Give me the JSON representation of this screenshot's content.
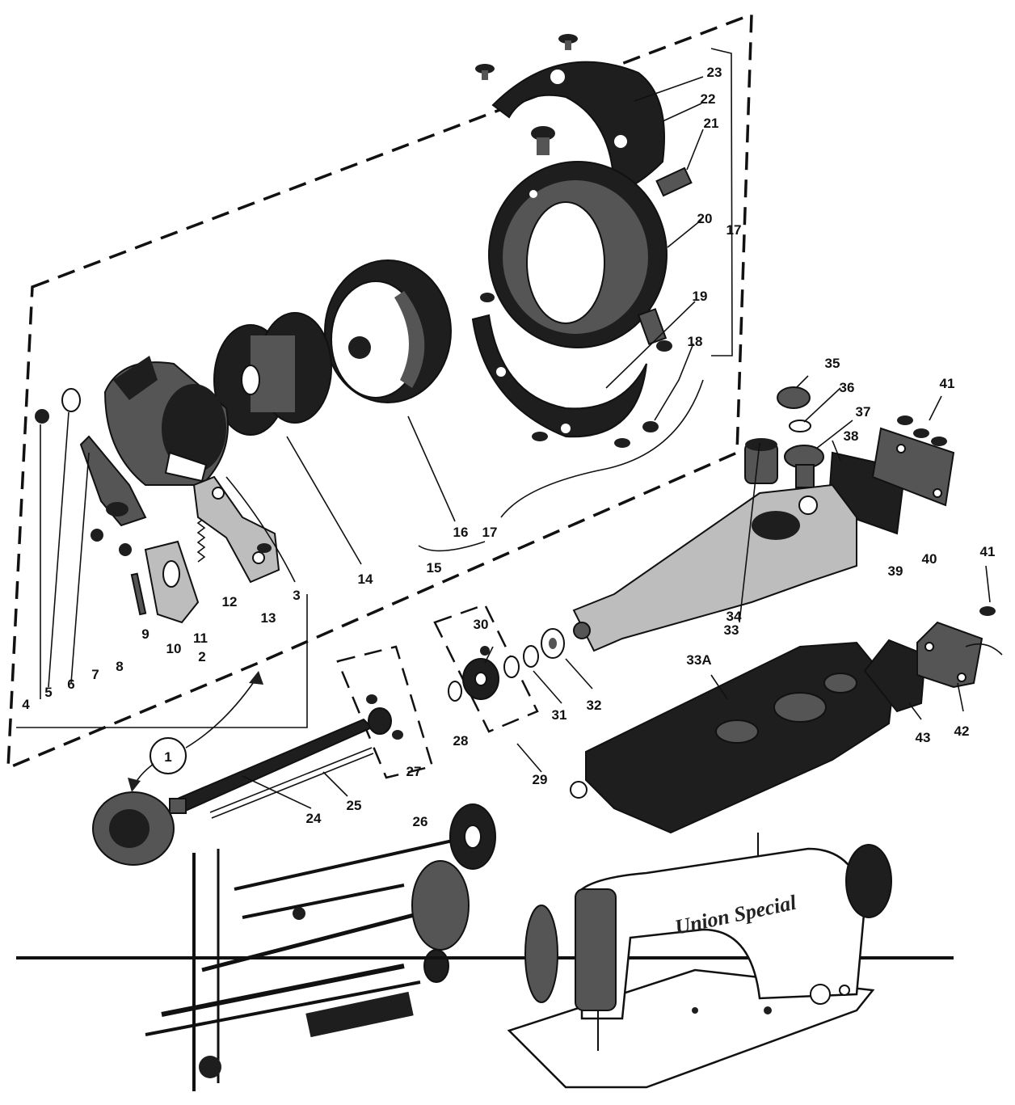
{
  "colors": {
    "ink": "#111111",
    "shade_dark": "#1e1e1e",
    "shade_mid": "#555555",
    "shade_light": "#bdbdbd",
    "background": "#ffffff"
  },
  "callout": "1",
  "brand": "Union Special",
  "labels": [
    {
      "id": "p2",
      "text": "2"
    },
    {
      "id": "p3",
      "text": "3"
    },
    {
      "id": "p4",
      "text": "4"
    },
    {
      "id": "p5",
      "text": "5"
    },
    {
      "id": "p6",
      "text": "6"
    },
    {
      "id": "p7",
      "text": "7"
    },
    {
      "id": "p8",
      "text": "8"
    },
    {
      "id": "p9",
      "text": "9"
    },
    {
      "id": "p10",
      "text": "10"
    },
    {
      "id": "p11",
      "text": "11"
    },
    {
      "id": "p12",
      "text": "12"
    },
    {
      "id": "p13",
      "text": "13"
    },
    {
      "id": "p14",
      "text": "14"
    },
    {
      "id": "p15",
      "text": "15"
    },
    {
      "id": "p16",
      "text": "16"
    },
    {
      "id": "p17a",
      "text": "17"
    },
    {
      "id": "p17b",
      "text": "17"
    },
    {
      "id": "p18",
      "text": "18"
    },
    {
      "id": "p19",
      "text": "19"
    },
    {
      "id": "p20",
      "text": "20"
    },
    {
      "id": "p21",
      "text": "21"
    },
    {
      "id": "p22",
      "text": "22"
    },
    {
      "id": "p23",
      "text": "23"
    },
    {
      "id": "p24",
      "text": "24"
    },
    {
      "id": "p25",
      "text": "25"
    },
    {
      "id": "p26",
      "text": "26"
    },
    {
      "id": "p27",
      "text": "27"
    },
    {
      "id": "p28",
      "text": "28"
    },
    {
      "id": "p29",
      "text": "29"
    },
    {
      "id": "p30",
      "text": "30"
    },
    {
      "id": "p31",
      "text": "31"
    },
    {
      "id": "p32",
      "text": "32"
    },
    {
      "id": "p33a",
      "text": "33"
    },
    {
      "id": "p33A",
      "text": "33A"
    },
    {
      "id": "p34",
      "text": "34"
    },
    {
      "id": "p35",
      "text": "35"
    },
    {
      "id": "p36",
      "text": "36"
    },
    {
      "id": "p37",
      "text": "37"
    },
    {
      "id": "p38",
      "text": "38"
    },
    {
      "id": "p39",
      "text": "39"
    },
    {
      "id": "p40",
      "text": "40"
    },
    {
      "id": "p41a",
      "text": "41"
    },
    {
      "id": "p41b",
      "text": "41"
    },
    {
      "id": "p42",
      "text": "42"
    },
    {
      "id": "p43",
      "text": "43"
    }
  ]
}
